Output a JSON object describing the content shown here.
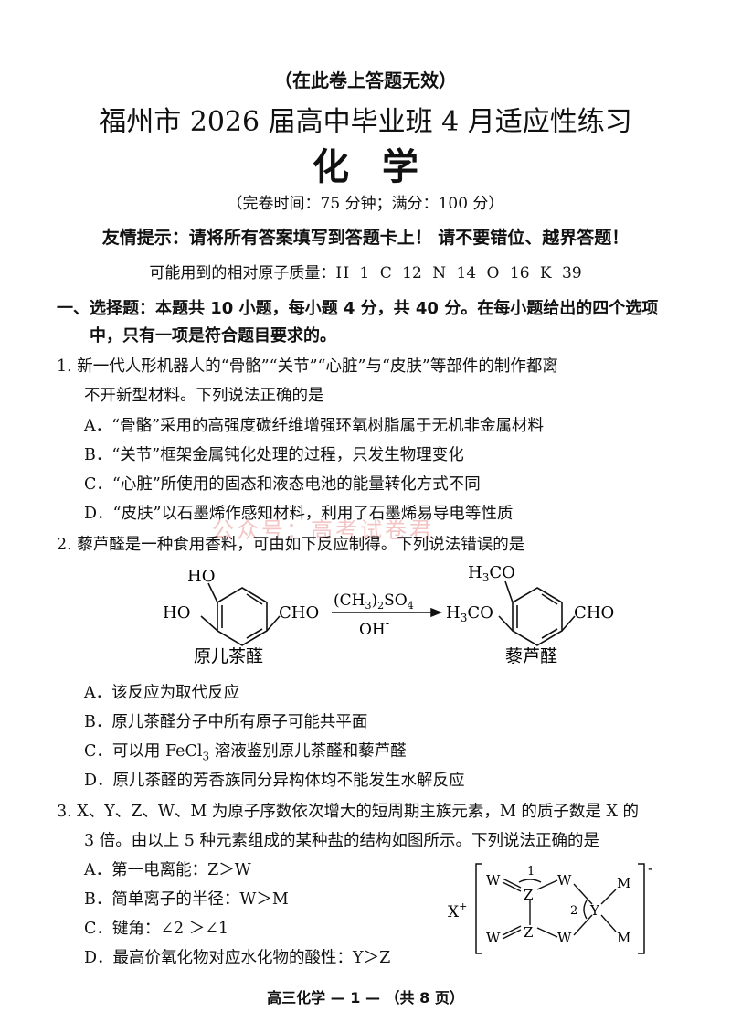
{
  "header": {
    "notice": "（在此卷上答题无效）",
    "title": "福州市 2026 届高中毕业班 4 月适应性练习",
    "subject": "化学",
    "time_info": "（完卷时间：75 分钟；满分：100 分）",
    "tip": "友情提示：请将所有答案填写到答题卡上！ 请不要错位、越界答题！",
    "atomic_masses": "可能用到的相对原子质量：H 1    C 12    N 14    O 16    K 39"
  },
  "section1": {
    "line1": "一、选择题：本题共 10 小题，每小题 4 分，共 40 分。在每小题给出的四个选项",
    "line2": "中，只有一项是符合题目要求的。"
  },
  "q1": {
    "stem1": "1.  新一代人形机器人的“骨骼”“关节”“心脏”与“皮肤”等部件的制作都离",
    "stem2": "不开新型材料。下列说法正确的是",
    "optA": "A．“骨骼”采用的高强度碳纤维增强环氧树脂属于无机非金属材料",
    "optB": "B．“关节”框架金属钝化处理的过程，只发生物理变化",
    "optC": "C．“心脏”所使用的固态和液态电池的能量转化方式不同",
    "optD": "D．“皮肤”以石墨烯作感知材料，利用了石墨烯易导电等性质"
  },
  "watermark": "公众号：高考试卷君",
  "q2": {
    "stem": "2.  藜芦醛是一种食用香料，可由如下反应制得。下列说法错误的是",
    "scheme": {
      "reactant_sub1": "HO",
      "reactant_sub2": "HO",
      "reactant_cho": "CHO",
      "reactant_name": "原儿茶醛",
      "reagent_top": "(CH",
      "reagent_top_sub": "3",
      "reagent_top_mid": ")",
      "reagent_top_sub2": "2",
      "reagent_top_end": "SO",
      "reagent_top_sub3": "4",
      "reagent_bottom": "OH",
      "reagent_bottom_sup": "-",
      "product_sub1": "H",
      "product_sub1_idx": "3",
      "product_sub1_end": "CO",
      "product_sub2": "H",
      "product_sub2_idx": "3",
      "product_sub2_end": "CO",
      "product_cho": "CHO",
      "product_name": "藜芦醛"
    },
    "optA": "A．该反应为取代反应",
    "optB": "B．原儿茶醛分子中所有原子可能共平面",
    "optC_pre": "C．可以用 FeCl",
    "optC_sub": "3",
    "optC_post": " 溶液鉴别原儿茶醛和藜芦醛",
    "optD": "D．原儿茶醛的芳香族同分异构体均不能发生水解反应"
  },
  "q3": {
    "stem1": "3.  X、Y、Z、W、M 为原子序数依次增大的短周期主族元素，M 的质子数是 X 的",
    "stem2": "3 倍。由以上 5 种元素组成的某种盐的结构如图所示。下列说法正确的是",
    "optA": "A．第一电离能：Z＞W",
    "optB": "B．简单离子的半径：W＞M",
    "optC": "C．键角：∠2 ＞∠1",
    "optD": "D．最高价氧化物对应水化物的酸性：Y＞Z",
    "structure": {
      "cation": "X",
      "cation_charge": "+",
      "anion_charge": "-",
      "w": "W",
      "z": "Z",
      "y": "Y",
      "m": "M",
      "angle1": "1",
      "angle2": "2"
    }
  },
  "footer": "高三化学   — 1 —   （共 8 页）"
}
